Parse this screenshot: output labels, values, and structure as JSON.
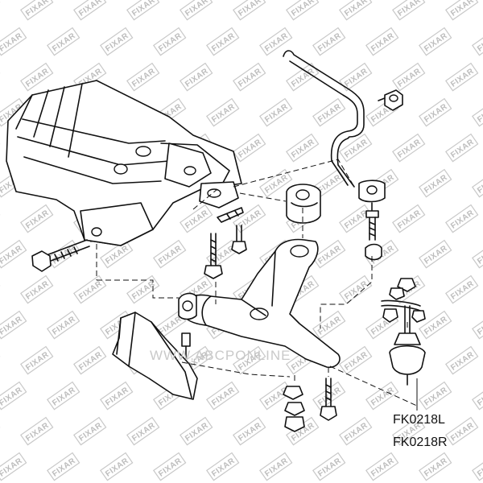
{
  "watermark": {
    "text": "FIXAR"
  },
  "site_url": "WWW.ABCPONLINE",
  "part_numbers": [
    "FK0218L",
    "FK0218R"
  ]
}
